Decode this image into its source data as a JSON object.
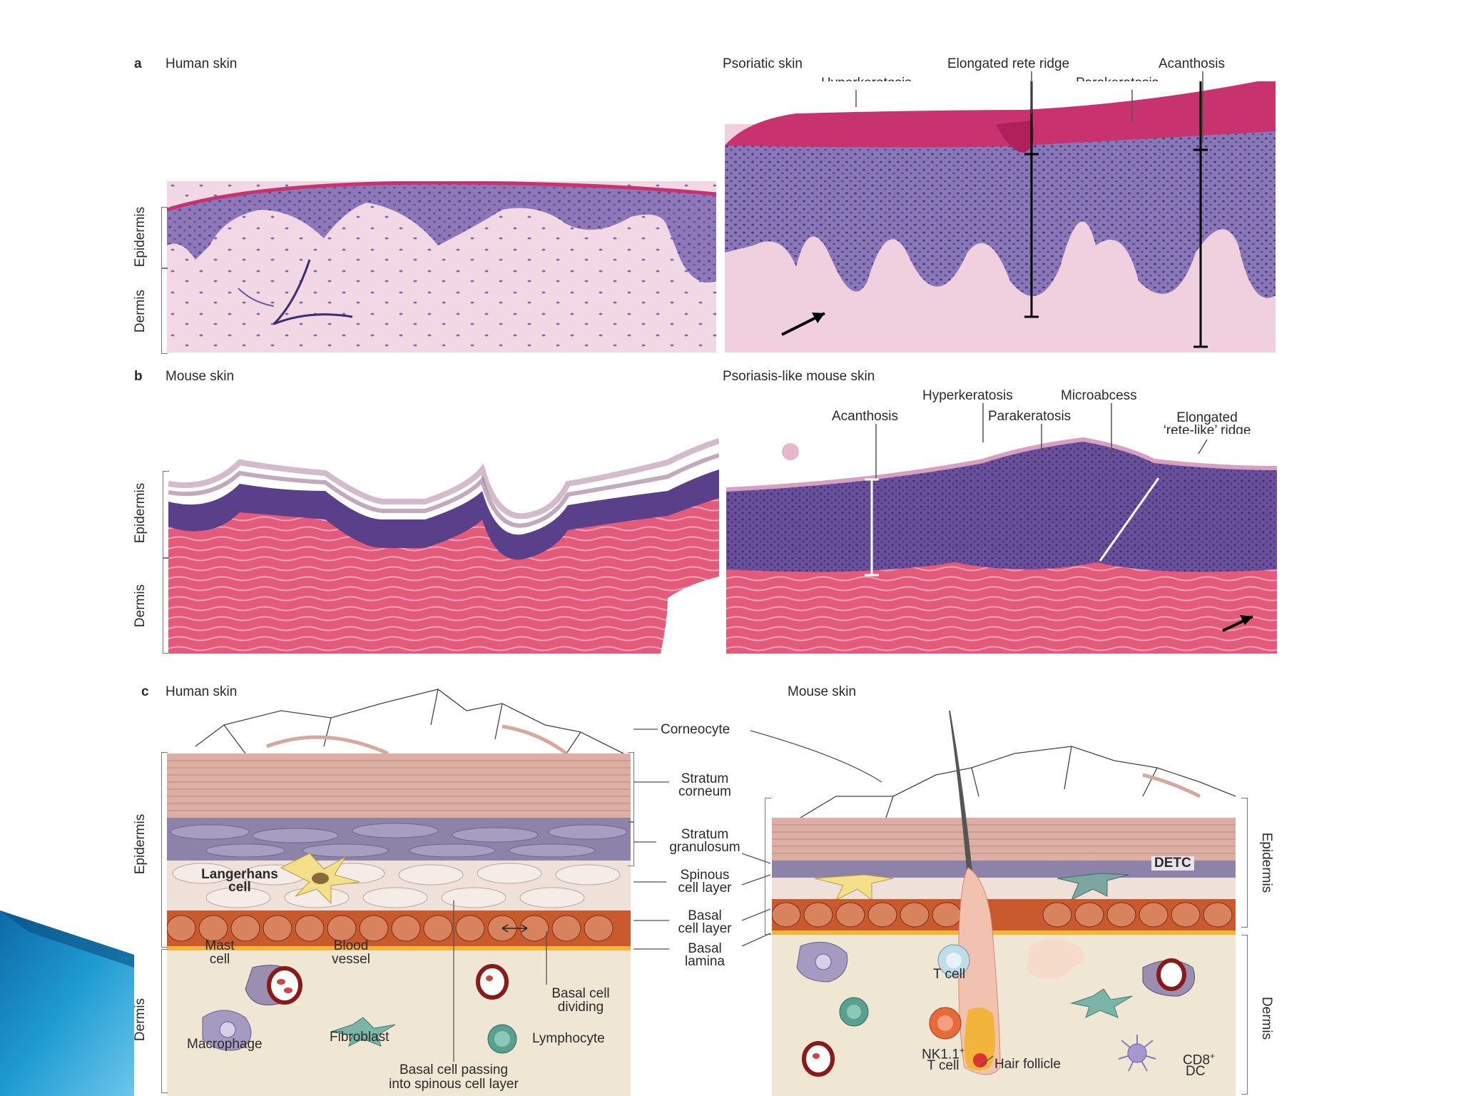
{
  "panel_a": {
    "letter": "a",
    "left_title": "Human skin",
    "right_title": "Psoriatic skin",
    "annotations": {
      "hyperkeratosis": "Hyperkeratosis",
      "elongated_rete_ridge": "Elongated rete ridge",
      "acanthosis": "Acanthosis",
      "parakeratosis": "Parakeratosis"
    },
    "side_labels": {
      "epidermis": "Epidermis",
      "dermis": "Dermis"
    }
  },
  "panel_b": {
    "letter": "b",
    "left_title": "Mouse skin",
    "right_title": "Psoriasis-like mouse skin",
    "annotations": {
      "hyperkeratosis": "Hyperkeratosis",
      "microabcess": "Microabcess",
      "acanthosis": "Acanthosis",
      "parakeratosis": "Parakeratosis",
      "elongated_line1": "Elongated",
      "elongated_line2": "‘rete-like’ ridge"
    },
    "side_labels": {
      "epidermis": "Epidermis",
      "dermis": "Dermis"
    }
  },
  "panel_c": {
    "letter": "c",
    "left_title": "Human skin",
    "right_title": "Mouse skin",
    "layer_labels": {
      "corneocyte": "Corneocyte",
      "stratum_corneum_1": "Stratum",
      "stratum_corneum_2": "corneum",
      "stratum_granulosum_1": "Stratum",
      "stratum_granulosum_2": "granulosum",
      "spinous_1": "Spinous",
      "spinous_2": "cell layer",
      "basal_1": "Basal",
      "basal_2": "cell layer",
      "lamina_1": "Basal",
      "lamina_2": "lamina"
    },
    "human_labels": {
      "langerhans_1": "Langerhans",
      "langerhans_2": "cell",
      "mast_1": "Mast",
      "mast_2": "cell",
      "blood_1": "Blood",
      "blood_2": "vessel",
      "basal_div_1": "Basal cell",
      "basal_div_2": "dividing",
      "macrophage": "Macrophage",
      "fibroblast": "Fibroblast",
      "lymphocyte": "Lymphocyte",
      "passing_1": "Basal cell passing",
      "passing_2": "into spinous cell layer"
    },
    "mouse_labels": {
      "detc": "DETC",
      "t_cell": "T cell",
      "nk_1": "NK1.1",
      "nk_sup": "+",
      "nk_2": "T cell",
      "hair_follicle": "Hair follicle",
      "cd8_1": "CD8",
      "cd8_sup": "+",
      "cd8_2": "DC"
    },
    "side_labels": {
      "epidermis": "Epidermis",
      "dermis": "Dermis"
    }
  },
  "colors": {
    "he_pink": "#e9a9c4",
    "he_purple": "#7a5a9e",
    "keratin": "#c8326e",
    "cartoon_corneum": "#d9a9a0",
    "cartoon_granulosum": "#8f86a8",
    "cartoon_basal": "#c85a2e",
    "cartoon_dermis": "#efe6d4",
    "slide_blue": "#1a8fc6"
  }
}
